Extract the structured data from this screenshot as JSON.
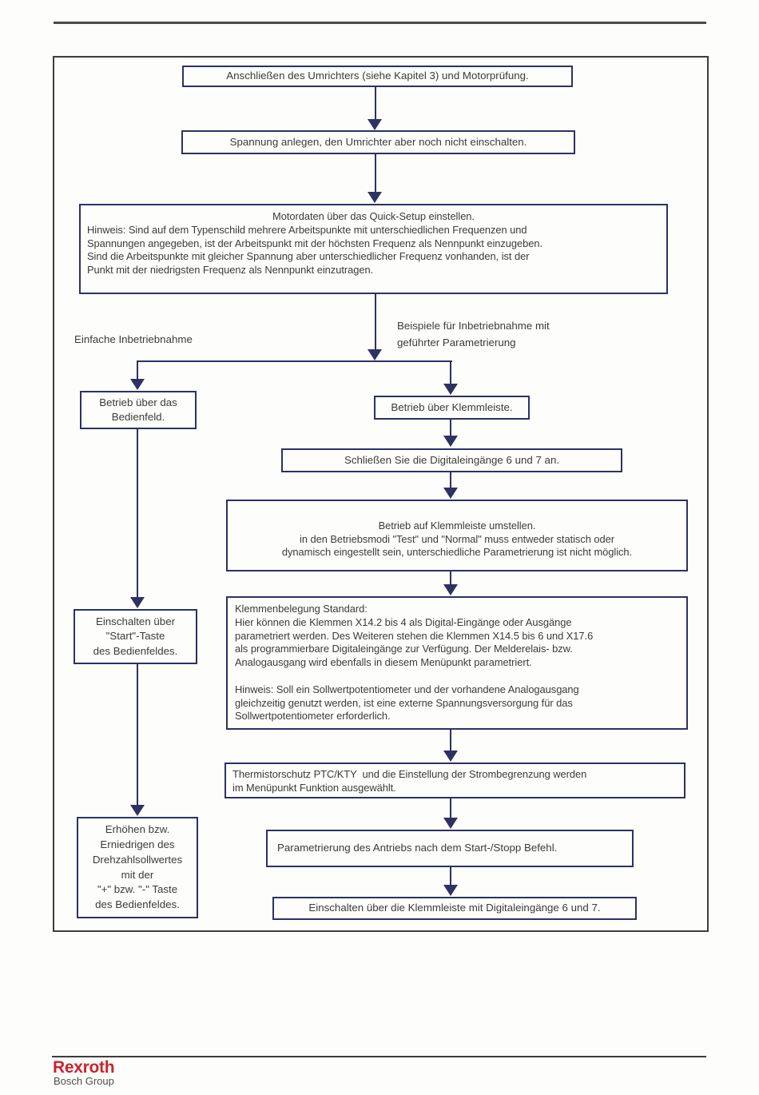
{
  "colors": {
    "line_navy": "#2e3163",
    "frame_gray": "#3d3d3d",
    "text_gray": "#3b3b3b",
    "rexroth_red": "#c9252c",
    "bosch_gray": "#4d4d4d"
  },
  "flowchart": {
    "box_connect": "Anschließen des Umrichters (siehe Kapitel 3) und Motorprüfung.",
    "box_voltage": "Spannung anlegen, den Umrichter aber noch nicht einschalten.",
    "box_motordata_title": "Motordaten über das Quick-Setup einstellen.",
    "box_motordata_body": "Hinweis: Sind auf dem Typenschild mehrere Arbeitspunkte mit unterschiedlichen Frequenzen und\nSpannungen angegeben, ist der Arbeitspunkt mit der höchsten Frequenz als Nennpunkt einzugeben.\nSind die Arbeitspunkte mit gleicher Spannung aber unterschiedlicher Frequenz vonhanden, ist der\nPunkt mit der niedrigsten Frequenz als Nennpunkt einzutragen.",
    "label_simple": "Einfache Inbetriebnahme",
    "label_guided": "Beispiele für Inbetriebnahme mit\ngeführter Parametrierung",
    "box_panel": "Betrieb über das\nBedienfeld.",
    "box_terminal": "Betrieb über Klemmleiste.",
    "box_digital_inputs": "Schließen Sie die Digitaleingänge 6 und 7 an.",
    "box_switch_terminal": "Betrieb auf Klemmleiste umstellen.\nin den Betriebsmodi \"Test\" und \"Normal\" muss entweder statisch oder\ndynamisch eingestellt sein, unterschiedliche Parametrierung ist nicht möglich.",
    "box_klemmen": "Klemmenbelegung Standard:\nHier können die Klemmen X14.2 bis 4 als Digital-Eingänge oder Ausgänge\nparametriert werden. Des Weiteren stehen die Klemmen X14.5 bis 6 und X17.6\nals programmierbare Digitaleingänge zur Verfügung. Der Melderelais- bzw.\nAnalogausgang wird ebenfalls in diesem Menüpunkt parametriert.\n\nHinweis: Soll ein Sollwertpotentiometer und der vorhandene Analogausgang\ngleichzeitig genutzt werden, ist eine externe Spannungsversorgung für das\nSollwertpotentiometer erforderlich.",
    "box_start_key": "Einschalten über\n\"Start\"-Taste\ndes Bedienfeldes.",
    "box_thermistor": "Thermistorschutz PTC/KTY  und die Einstellung der Strombegrenzung werden\nim Menüpunkt Funktion ausgewählt.",
    "box_speed": "Erhöhen bzw.\nErniedrigen des\nDrehzahlsollwertes\nmit der\n\"+\" bzw. \"-\" Taste\ndes Bedienfeldes.",
    "box_param_startstop": "Parametrierung des Antriebs nach dem Start-/Stopp Befehl.",
    "box_terminal_on": "Einschalten über die Klemmleiste mit Digitaleingänge 6 und 7."
  },
  "footer": {
    "brand": "Rexroth",
    "group": "Bosch Group"
  }
}
